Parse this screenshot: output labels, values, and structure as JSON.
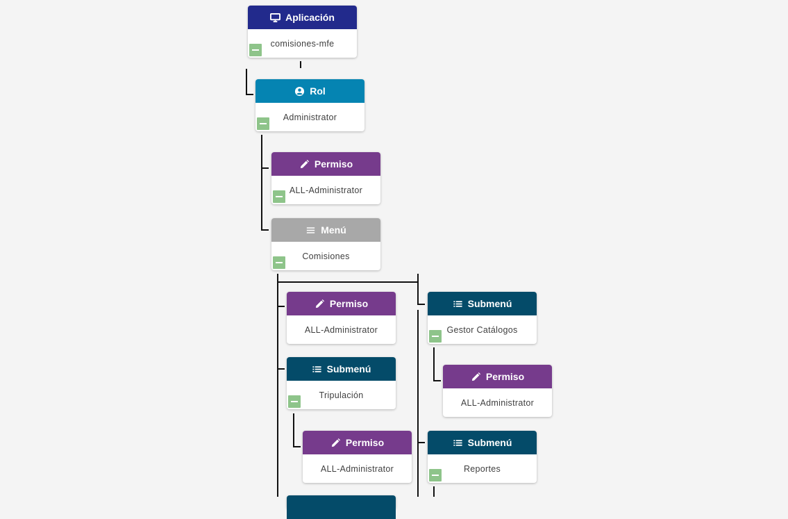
{
  "diagram": {
    "nodes": [
      {
        "id": "app",
        "kind": "app",
        "icon": "monitor-icon",
        "title": "Aplicación",
        "value": "comisiones-mfe",
        "collapsible": true
      },
      {
        "id": "rol",
        "kind": "rol",
        "icon": "account-circle-icon",
        "title": "Rol",
        "value": "Administrator",
        "collapsible": true
      },
      {
        "id": "perm-1",
        "kind": "perm",
        "icon": "pencil-icon",
        "title": "Permiso",
        "value": "ALL-Administrator",
        "collapsible": true
      },
      {
        "id": "menu",
        "kind": "menu",
        "icon": "hamburger-icon",
        "title": "Menú",
        "value": "Comisiones",
        "collapsible": true
      },
      {
        "id": "perm-2",
        "kind": "perm",
        "icon": "pencil-icon",
        "title": "Permiso",
        "value": "ALL-Administrator",
        "collapsible": false
      },
      {
        "id": "sub-tripulacion",
        "kind": "sub",
        "icon": "list-icon",
        "title": "Submenú",
        "value": "Tripulación",
        "collapsible": true
      },
      {
        "id": "perm-3",
        "kind": "perm",
        "icon": "pencil-icon",
        "title": "Permiso",
        "value": "ALL-Administrator",
        "collapsible": false
      },
      {
        "id": "sub-gestor",
        "kind": "sub",
        "icon": "list-icon",
        "title": "Submenú",
        "value": "Gestor Catálogos",
        "collapsible": true
      },
      {
        "id": "perm-4",
        "kind": "perm",
        "icon": "pencil-icon",
        "title": "Permiso",
        "value": "ALL-Administrator",
        "collapsible": false
      },
      {
        "id": "sub-reportes",
        "kind": "sub",
        "icon": "list-icon",
        "title": "Submenú",
        "value": "Reportes",
        "collapsible": true
      }
    ],
    "edges": [
      [
        "app",
        "rol"
      ],
      [
        "rol",
        "perm-1"
      ],
      [
        "rol",
        "menu"
      ],
      [
        "menu",
        "perm-2"
      ],
      [
        "menu",
        "sub-tripulacion"
      ],
      [
        "menu",
        "sub-gestor"
      ],
      [
        "menu",
        "sub-reportes"
      ],
      [
        "sub-tripulacion",
        "perm-3"
      ],
      [
        "sub-gestor",
        "perm-4"
      ]
    ],
    "colors": {
      "app": "#222a8c",
      "rol": "#0584b2",
      "perm": "#763b8c",
      "menu": "#a8a8a8",
      "sub": "#044b69",
      "collapse": "#8ec48a",
      "wire": "#111111",
      "background": "#f4f4f4"
    }
  }
}
